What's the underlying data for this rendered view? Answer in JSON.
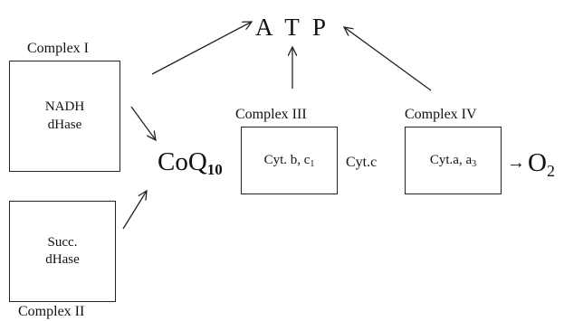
{
  "atp": "A T P",
  "complexes": {
    "c1": {
      "title": "Complex I",
      "line1": "NADH",
      "line2": "dHase"
    },
    "c2": {
      "title": "Complex II",
      "line1": "Succ.",
      "line2": "dHase"
    },
    "c3": {
      "title": "Complex III",
      "main": "Cyt. b, c",
      "sub": "1"
    },
    "c4": {
      "title": "Complex IV",
      "main": "Cyt.a, a",
      "sub": "3"
    }
  },
  "coq": {
    "main": "CoQ",
    "sub": "10"
  },
  "cytc": "Cyt.c",
  "o2": {
    "main": "O",
    "sub": "2"
  },
  "arrow_glyph": "→",
  "colors": {
    "line": "#222222",
    "text": "#111111",
    "background": "#ffffff"
  }
}
